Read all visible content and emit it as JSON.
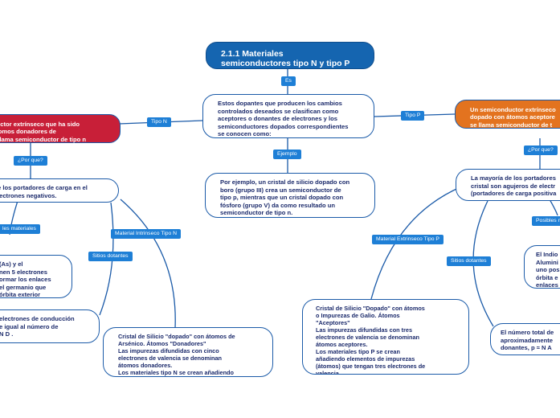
{
  "colors": {
    "root_fill": "#1565b0",
    "tipo_n_fill": "#c81f38",
    "tipo_p_fill": "#e3731f",
    "connector": "#1a5aa8",
    "label_fill": "#1e7fd6",
    "node_text": "#1b2a6b"
  },
  "root": {
    "title": "2.1.1 Materiales\nsemiconductores tipo N y tipo P"
  },
  "labels": {
    "es": "Es",
    "tipo_n": "Tipo N",
    "tipo_p": "Tipo P",
    "ejemplo": "Ejemplo",
    "por_que_left": "¿Por que?",
    "por_que_right": "¿Por que?",
    "posibles_materiales_left": "les materiales",
    "posibles_materiales_right": "Posibles m",
    "material_intrinseco": "Material Intrinseco Tipo N",
    "material_extrinseco": "Material Extrinseco Tipo P",
    "sitios_dotantes_left": "Sitios dotantes",
    "sitios_dotantes_right": "Sitios dotantes"
  },
  "nodes": {
    "center": "Estos dopantes que producen los cambios\ncontrolados deseados se clasifican como\naceptores o donantes de electrones y los\nsemiconductores dopados correspondientes\nse conocen como:",
    "ejemplo": "Por ejemplo, un cristal de silicio dopado con\nboro (grupo III) crea un semiconductor de\ntipo p, mientras que un cristal dopado con\nfósforo (grupo V) da como resultado un\nsemiconductor de tipo n.",
    "tipo_n": "ductor extrínseco que ha sido\nátomos donadores de\ne llama semiconductor de tipo n",
    "tipo_p": "Un semiconductor extrínseco\ndopado con átomos aceptore\nse llama semiconductor de t",
    "n_reason": "e los portadores de carga en el\nlectrones negativos.",
    "n_materials": "(As) y el\nnen 5 electrones\normar los enlaces\nel germanio que\nórbita exterior",
    "n_sites": "electrones de conducción\ne igual al número de\nN D .",
    "n_crystal": "Cristal de Silicio \"dopado\" con átomos de\nArsénico. Átomos \"Donadores\"\nLas impurezas difundidas con cinco\nelectrones de valencia se denominan\nátomos donadores.\nLos materiales tipo N se crean añadiendo\nelementos de impureza (átomos) que\ntengan cinco electrones de valencia,\n\"Pentavalentes\".",
    "p_reason": "La mayoría de los portadores\ncristal son agujeros de electr\n(portadores de carga positiva",
    "p_materials": "El Indio\nAlumini\nuno pos\nórbita e\nenlaces",
    "p_sites": "El número total de\naproximadamente\ndonantes, p ≈ N A",
    "p_crystal": "Cristal de Silicio \"Dopado\" con átomos\no Impurezas de Galio. Átomos\n\"Aceptores\"\nLas impurezas difundidas con tres\nelectrones de valencia se denominan\nátomos aceptores.\nLos materiales tipo P se crean\nañadiendo elementos de impurezas\n(átomos) que tengan tres electrones de\nvalencia."
  }
}
